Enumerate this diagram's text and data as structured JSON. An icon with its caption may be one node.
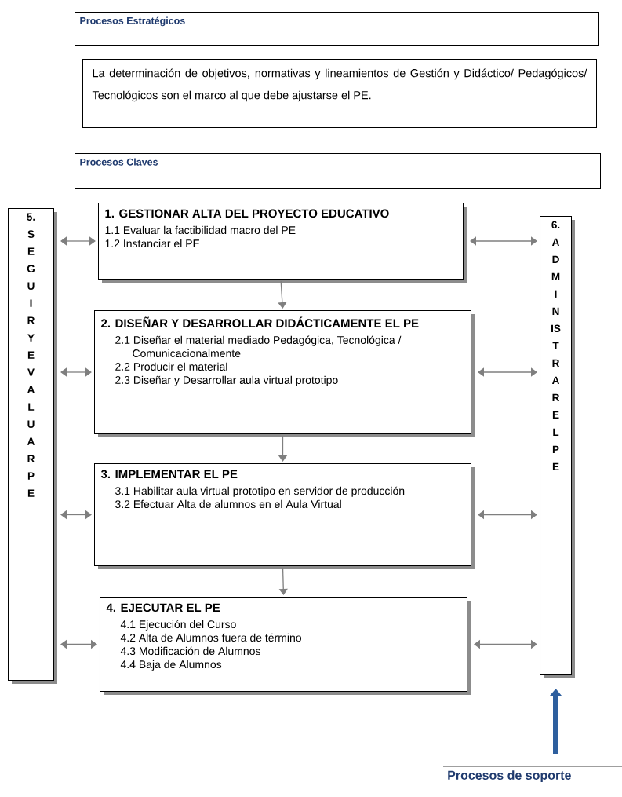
{
  "diagram": {
    "nodes": [
      {
        "text": [
          "Procesos Estratégicos"
        ]
      },
      {
        "text": [
          "La determinación de objetivos, normativas y lineamientos de Gestión y Didáctico/ Pedagógicos/ Tecnológicos son el marco al que debe ajustarse el PE."
        ]
      },
      {
        "text": [
          "Procesos Claves"
        ]
      },
      {
        "text": [
          "5. SEGUIR Y EVALUAR PE"
        ]
      },
      {
        "text": [
          "1. GESTIONAR ALTA DEL PROYECTO EDUCATIVO",
          "1.1 Evaluar la factibilidad macro del PE",
          "1.2 Instanciar el PE"
        ]
      },
      {
        "text": [
          "2. DISEÑAR Y DESARROLLAR DIDÁCTICAMENTE EL PE",
          "2.1 Diseñar el material mediado Pedagógica, Tecnológica / Comunicacionalmente",
          "2.2 Producir el material",
          "2.3 Diseñar y Desarrollar aula virtual prototipo"
        ]
      },
      {
        "text": [
          "3. IMPLEMENTAR EL PE",
          "3.1 Habilitar aula virtual prototipo en servidor de producción",
          "3.2 Efectuar Alta de alumnos en el Aula Virtual"
        ]
      },
      {
        "text": [
          "4. EJECUTAR EL PE",
          "4.1 Ejecución del Curso",
          "4.2 Alta de Alumnos fuera de término",
          "4.3 Modificación de Alumnos",
          "4.4 Baja de Alumnos"
        ]
      },
      {
        "text": [
          "6. ADMINISTRAR EL PE"
        ]
      },
      {
        "text": [
          "Procesos de soporte"
        ]
      }
    ],
    "edges": [
      {
        "from": 3,
        "to": 4,
        "arrow": "both"
      },
      {
        "from": 4,
        "to": 8,
        "arrow": "both"
      },
      {
        "from": 4,
        "to": 5,
        "arrow": "to"
      },
      {
        "from": 3,
        "to": 5,
        "arrow": "both"
      },
      {
        "from": 5,
        "to": 8,
        "arrow": "both"
      },
      {
        "from": 5,
        "to": 6,
        "arrow": "to"
      },
      {
        "from": 3,
        "to": 6,
        "arrow": "both"
      },
      {
        "from": 6,
        "to": 8,
        "arrow": "both"
      },
      {
        "from": 6,
        "to": 7,
        "arrow": "to"
      },
      {
        "from": 3,
        "to": 7,
        "arrow": "both"
      },
      {
        "from": 7,
        "to": 8,
        "arrow": "both"
      },
      {
        "from": 9,
        "to": 8,
        "arrow": "to",
        "style": "thick",
        "color": "#2e5f9e"
      }
    ]
  }
}
